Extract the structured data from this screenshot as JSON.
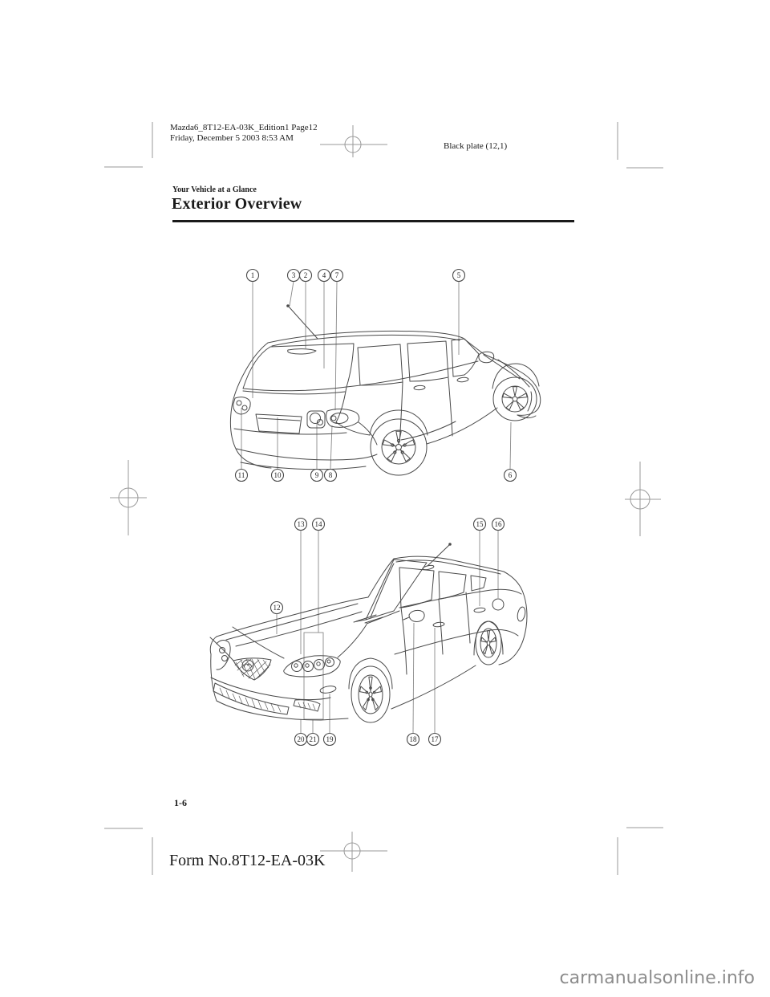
{
  "print_header": {
    "file_line1": "Mazda6_8T12-EA-03K_Edition1 Page12",
    "file_line2": "Friday, December 5 2003 8:53 AM",
    "plate": "Black plate (12,1)"
  },
  "section": {
    "eyebrow": "Your Vehicle at a Glance",
    "title": "Exterior Overview"
  },
  "diagrams": {
    "rear_view": {
      "callouts": [
        "1",
        "3",
        "2",
        "4",
        "7",
        "5",
        "11",
        "10",
        "9",
        "8",
        "6"
      ]
    },
    "front_view": {
      "callouts": [
        "13",
        "14",
        "15",
        "16",
        "12",
        "20",
        "21",
        "19",
        "18",
        "17"
      ]
    }
  },
  "footer": {
    "page_number": "1-6",
    "form_number": "Form No.8T12-EA-03K"
  },
  "watermark": {
    "label": "carmanualsonline.info"
  }
}
